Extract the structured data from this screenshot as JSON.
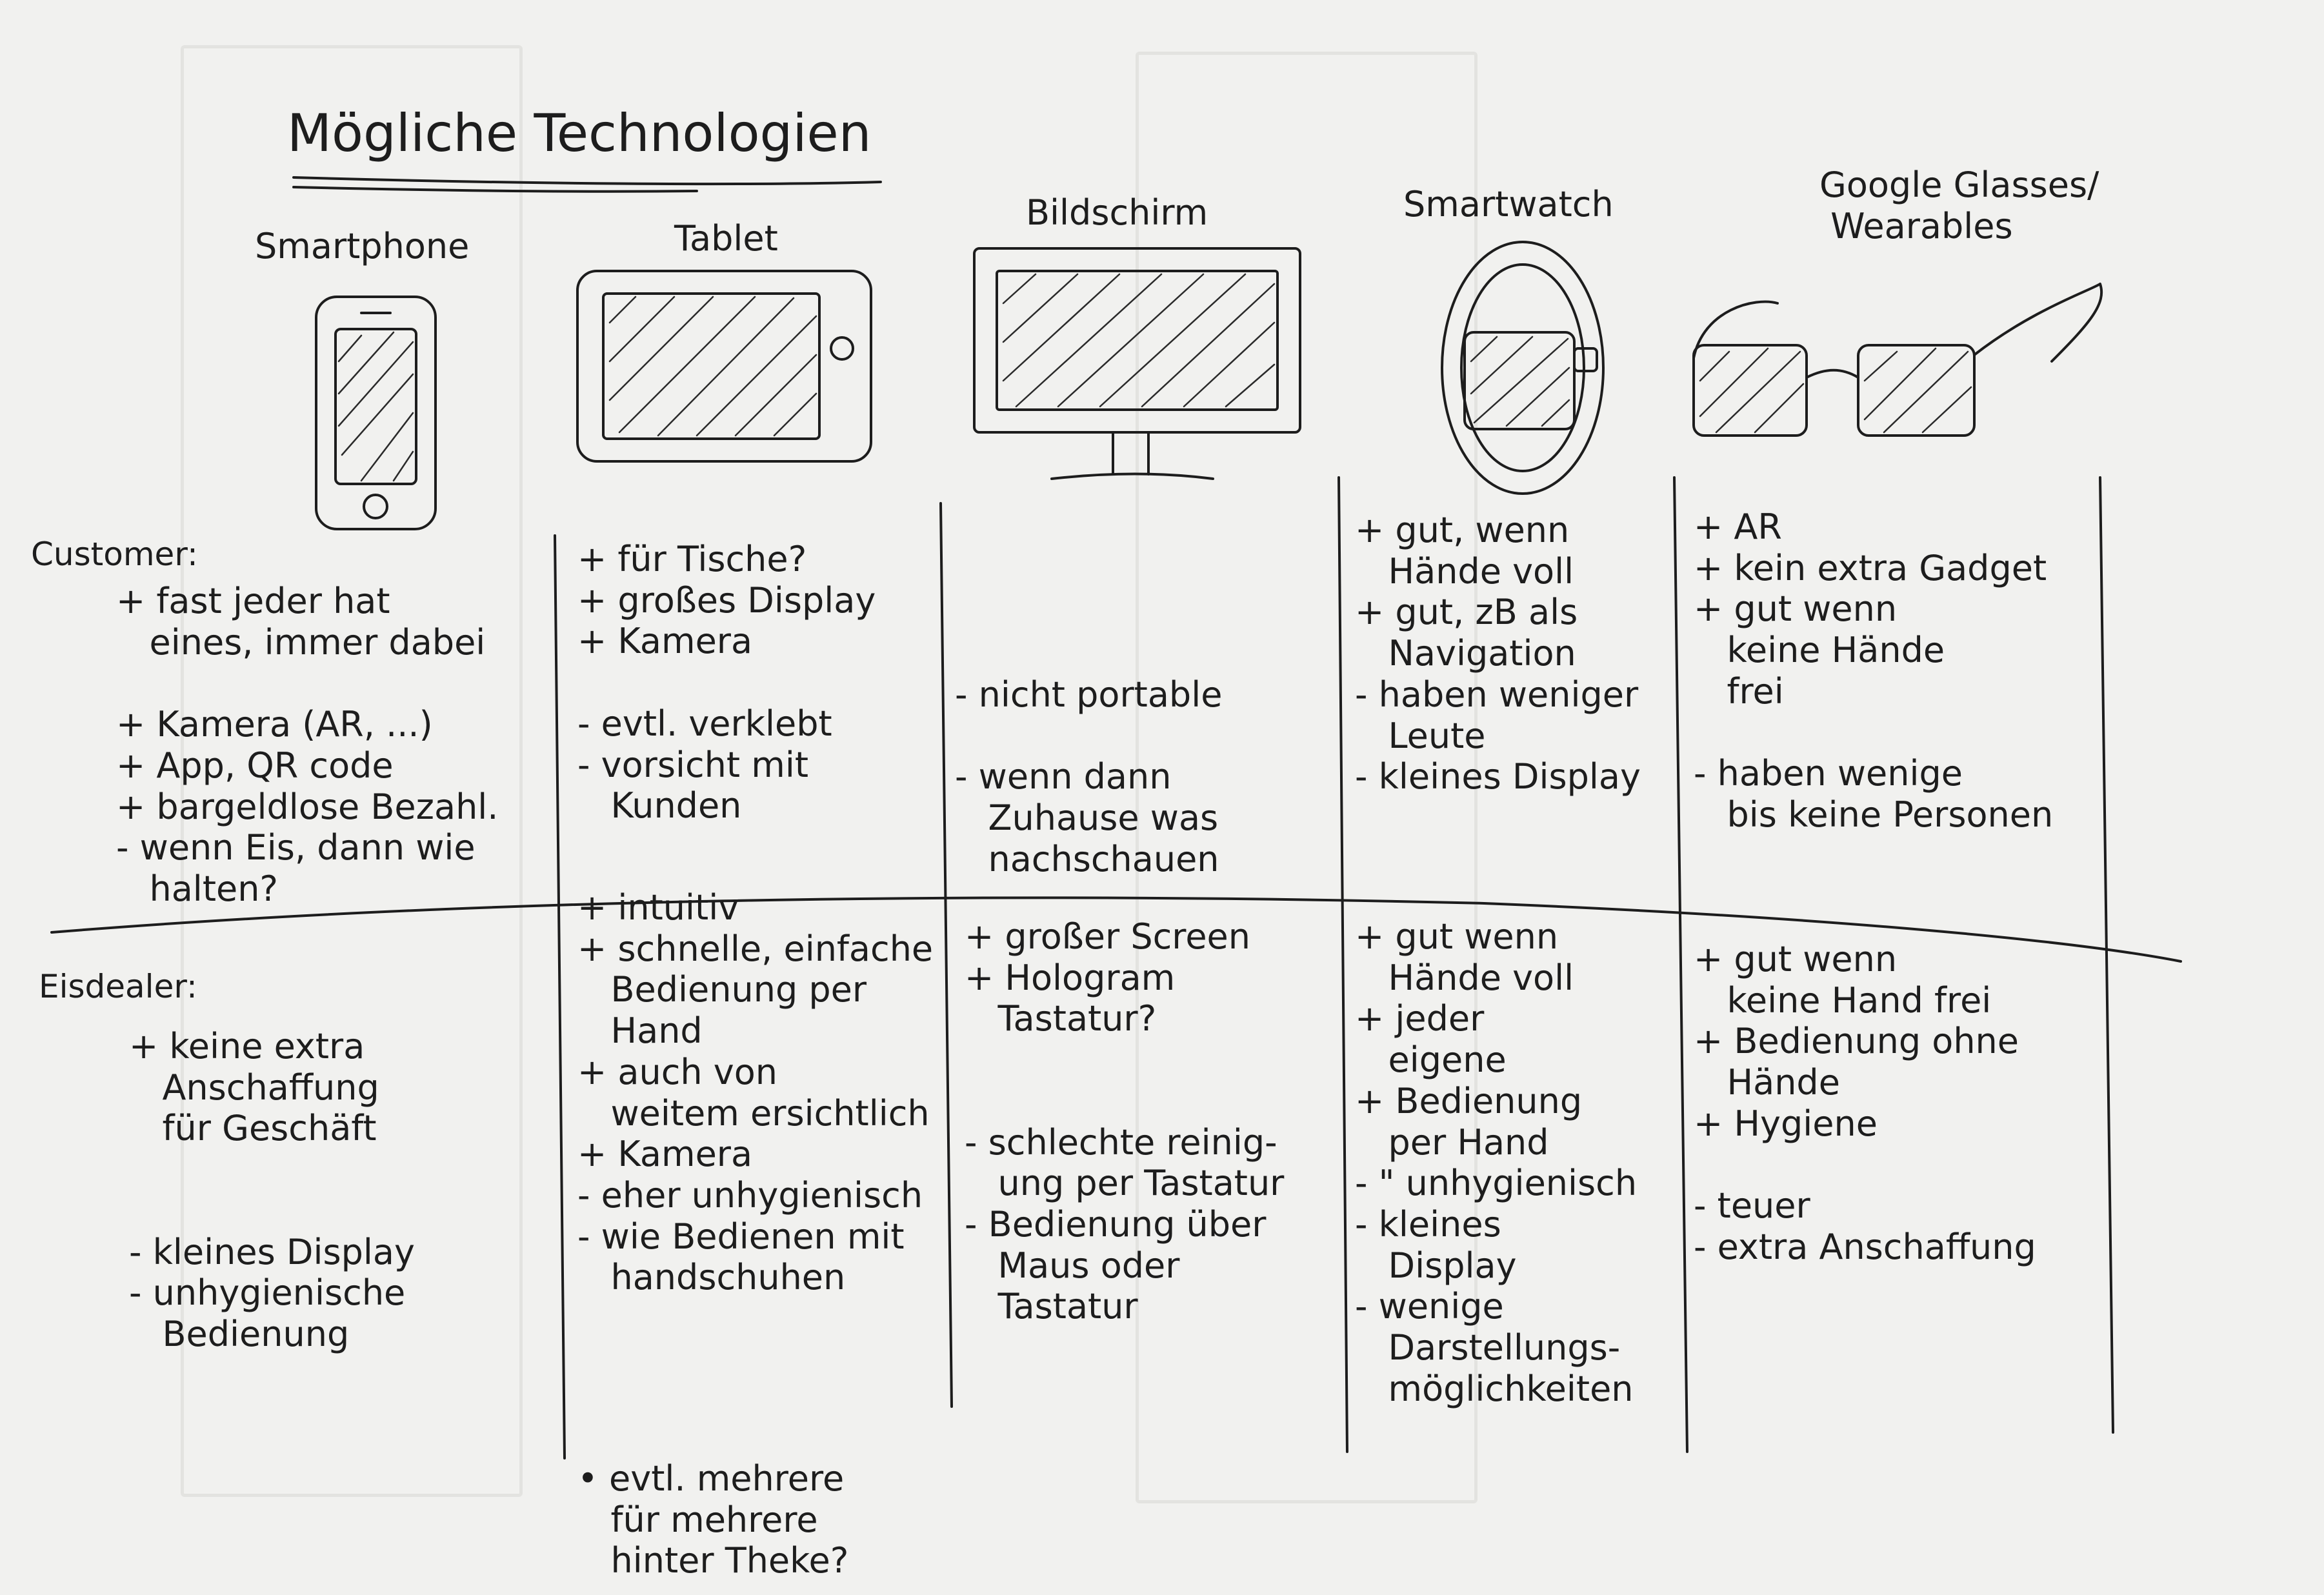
{
  "title": "Mögliche Technologien",
  "columns": [
    {
      "id": "smartphone",
      "label": "Smartphone"
    },
    {
      "id": "tablet",
      "label": "Tablet"
    },
    {
      "id": "bildschirm",
      "label": "Bildschirm"
    },
    {
      "id": "smartwatch",
      "label": "Smartwatch"
    },
    {
      "id": "glasses",
      "label": "Google Glasses/\n Wearables"
    }
  ],
  "rows": [
    {
      "id": "customer",
      "label": "Customer:"
    },
    {
      "id": "eisdealer",
      "label": "Eisdealer:"
    }
  ],
  "customer": {
    "smartphone": "+ fast jeder hat\n   eines, immer dabei\n\n+ Kamera (AR, ...)\n+ App, QR code\n+ bargeldlose Bezahl.\n- wenn Eis, dann wie\n   halten?",
    "tablet": "+ für Tische?\n+ großes Display\n+ Kamera\n\n- evtl. verklebt\n- vorsicht mit\n   Kunden",
    "bildschirm": "- nicht portable\n\n- wenn dann\n   Zuhause was\n   nachschauen",
    "smartwatch": "+ gut, wenn\n   Hände voll\n+ gut, zB als\n   Navigation\n- haben weniger\n   Leute\n- kleines Display",
    "glasses": "+ AR\n+ kein extra Gadget\n+ gut wenn\n   keine Hände\n   frei\n\n- haben wenige\n   bis keine Personen"
  },
  "eisdealer": {
    "smartphone": "+ keine extra\n   Anschaffung\n   für Geschäft\n\n\n- kleines Display\n- unhygienische\n   Bedienung",
    "tablet": "+ intuitiv\n+ schnelle, einfache\n   Bedienung per\n   Hand\n+ auch von\n   weitem ersichtlich\n+ Kamera\n- eher unhygienisch\n- wie Bedienen mit\n   handschuhen",
    "bildschirm": "+ großer Screen\n+ Hologram\n   Tastatur?\n\n\n- schlechte reinig-\n   ung per Tastatur\n- Bedienung über\n   Maus oder\n   Tastatur",
    "smartwatch": "+ gut wenn\n   Hände voll\n+ jeder\n   eigene\n+ Bedienung\n   per Hand\n- \" unhygienisch\n- kleines\n   Display\n- wenige\n   Darstellungs-\n   möglichkeiten",
    "glasses": "+ gut wenn\n   keine Hand frei\n+ Bedienung ohne\n   Hände\n+ Hygiene\n\n- teuer\n- extra Anschaffung"
  },
  "footnote": "• evtl. mehrere\n   für mehrere\n   hinter Theke?"
}
